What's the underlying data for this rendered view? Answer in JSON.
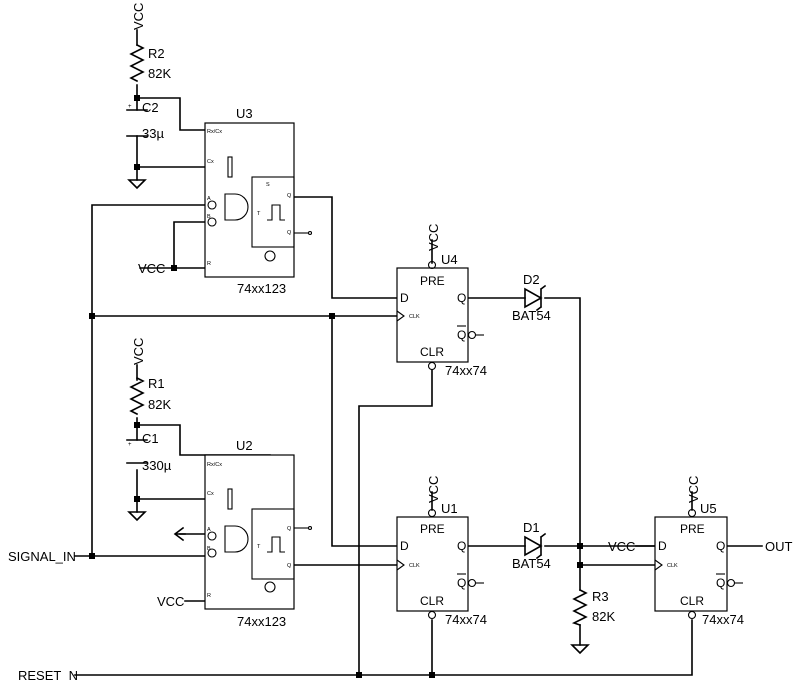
{
  "nets": {
    "signal_in": "SIGNAL_IN",
    "reset_n": "RESET_N",
    "out": "OUT",
    "vcc": "VCC"
  },
  "components": {
    "r2": {
      "ref": "R2",
      "value": "82K"
    },
    "c2": {
      "ref": "C2",
      "value": "33µ"
    },
    "r1": {
      "ref": "R1",
      "value": "82K"
    },
    "c1": {
      "ref": "C1",
      "value": "330µ"
    },
    "r3": {
      "ref": "R3",
      "value": "82K"
    },
    "d1": {
      "ref": "D1",
      "value": "BAT54"
    },
    "d2": {
      "ref": "D2",
      "value": "BAT54"
    },
    "u3": {
      "ref": "U3",
      "part": "74xx123"
    },
    "u2": {
      "ref": "U2",
      "part": "74xx123"
    },
    "u4": {
      "ref": "U4",
      "part": "74xx74"
    },
    "u1": {
      "ref": "U1",
      "part": "74xx74"
    },
    "u5": {
      "ref": "U5",
      "part": "74xx74"
    }
  },
  "pins": {
    "one_shot": {
      "rxcx": "Rx/Cx",
      "cx": "Cx",
      "a": "A",
      "b": "B",
      "r": "R",
      "s": "S",
      "q": "Q",
      "qbar": "Q",
      "t": "T"
    },
    "flip_flop": {
      "pre": "PRE",
      "d": "D",
      "q": "Q",
      "qbar": "Q",
      "clr": "CLR",
      "clk": "CLK"
    }
  },
  "polarity_mark": "+"
}
